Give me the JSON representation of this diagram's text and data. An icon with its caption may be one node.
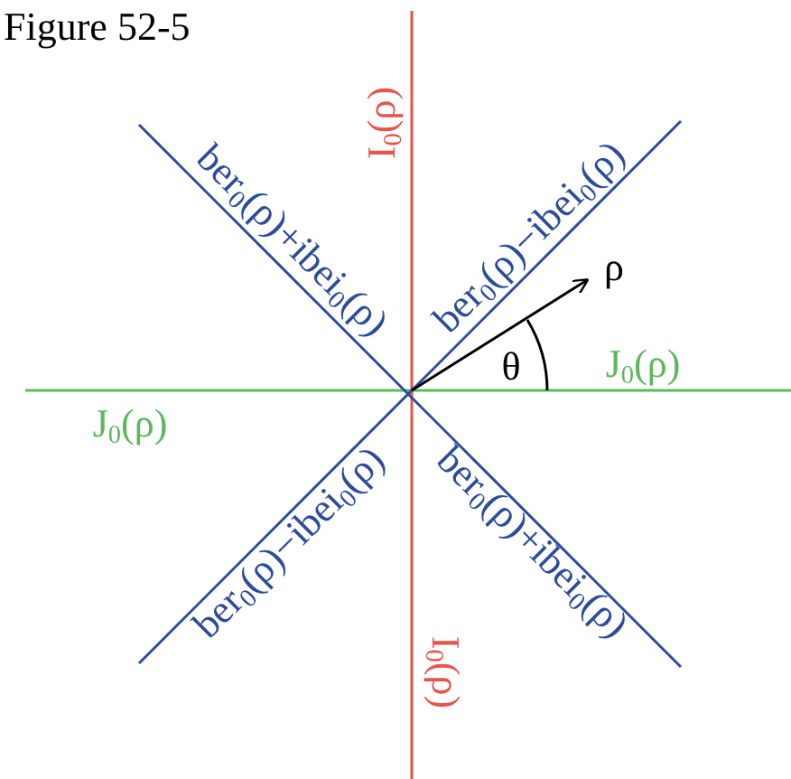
{
  "diagram": {
    "title": "Figure 52-5",
    "labels": [
      "I$_{0}$(ρ)",
      "ber$_{0}$(ρ)+ibei$_{0}$(ρ)",
      "ber$_{0}$(ρ)−ibei$_{0}$(ρ)",
      "ρ",
      "θ",
      "J$_{0}$(ρ)",
      "J$_{0}$(ρ)",
      "ber$_{0}$(ρ)−ibei$_{0}$(ρ)",
      "ber$_{0}$(ρ)+ibei$_{0}$(ρ)",
      "I$_{0}$(ρ)"
    ]
  }
}
